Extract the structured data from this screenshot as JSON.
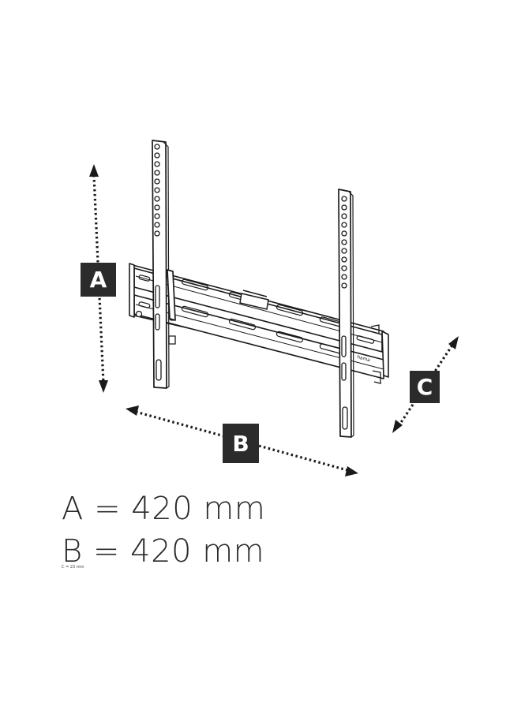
{
  "labels": {
    "a": "A",
    "b": "B",
    "c": "C",
    "brand": "hama"
  },
  "specs": {
    "a_line": "A = 420 mm",
    "b_line": "B = 420 mm",
    "c_note": "C = 23 mm"
  },
  "colors": {
    "line": "#1a1a1a",
    "label_box": "#2b2b2b",
    "label_text": "#ffffff",
    "spec_text": "#2a2a2a"
  }
}
